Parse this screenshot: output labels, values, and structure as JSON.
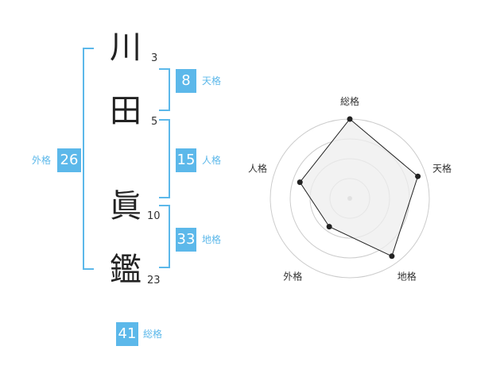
{
  "name": {
    "characters": [
      {
        "char": "川",
        "strokes": "3"
      },
      {
        "char": "田",
        "strokes": "5"
      },
      {
        "char": "眞",
        "strokes": "10"
      },
      {
        "char": "鑑",
        "strokes": "23"
      }
    ]
  },
  "fortunes": {
    "tenkaku": {
      "value": "8",
      "label": "天格"
    },
    "jinkaku": {
      "value": "15",
      "label": "人格"
    },
    "chikaku": {
      "value": "33",
      "label": "地格"
    },
    "gaikaku": {
      "value": "26",
      "label": "外格"
    },
    "soukaku": {
      "value": "41",
      "label": "総格"
    }
  },
  "colors": {
    "accent": "#5cb8ea",
    "text": "#222222",
    "radar_fill": "#eeeeee",
    "radar_stroke": "#222222",
    "grid": "#cccccc"
  },
  "chart_data": {
    "type": "radar",
    "axes": [
      "総格",
      "天格",
      "地格",
      "外格",
      "人格"
    ],
    "values": [
      5,
      4.5,
      4.5,
      2.2,
      3.3
    ],
    "max": 5,
    "rings": 4
  }
}
